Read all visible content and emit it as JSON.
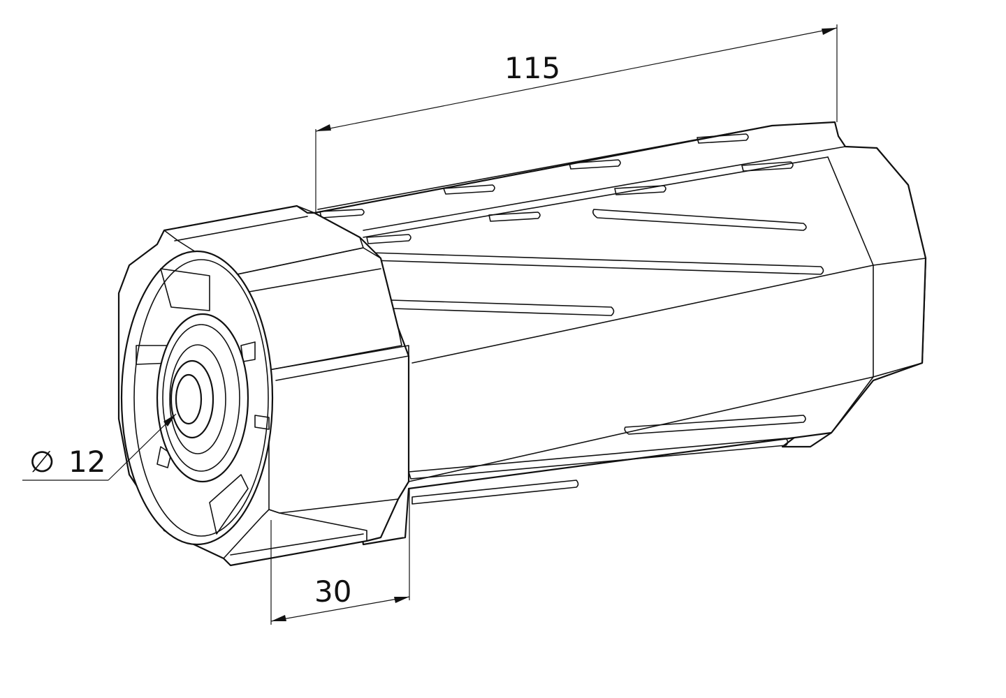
{
  "drawing": {
    "dimensions": {
      "length": "115",
      "cap_width": "30",
      "bore_symbol": "∅",
      "bore_diameter": "12"
    }
  }
}
